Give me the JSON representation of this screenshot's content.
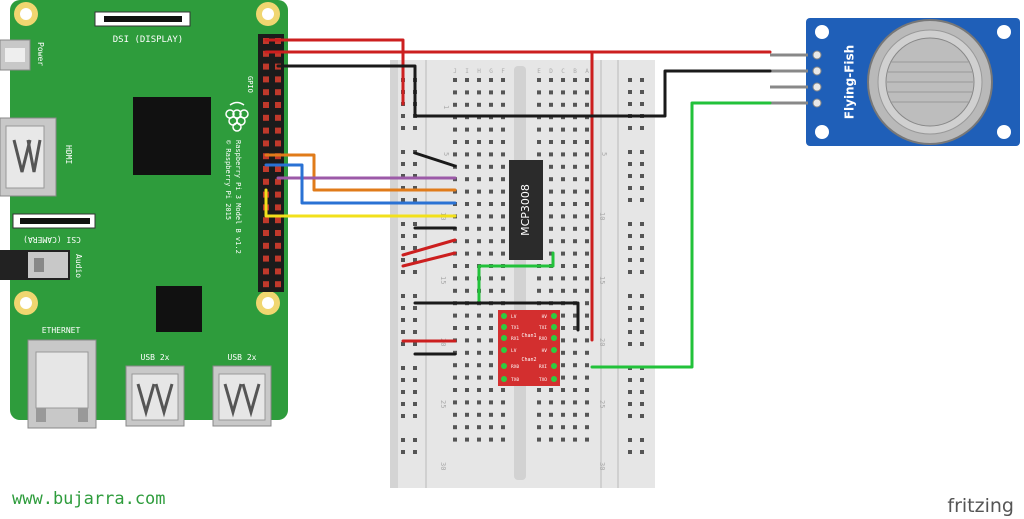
{
  "raspberry_pi": {
    "board_label": "Raspberry Pi 3 Model B v1.2",
    "copyright": "© Raspberry Pi 2015",
    "power_label": "Power",
    "hdmi_label": "HDMI",
    "dsi_label": "DSI (DISPLAY)",
    "csi_label": "CSI (CAMERA)",
    "audio_label": "Audio",
    "ethernet_label": "ETHERNET",
    "usb_label_1": "USB 2x",
    "usb_label_2": "USB 2x",
    "gpio_label": "GPIO",
    "board_color": "#2e9c3c",
    "pin_color": "#c0392b"
  },
  "breadboard": {
    "row_numbers": [
      "1",
      "5",
      "10",
      "15",
      "20",
      "25",
      "30"
    ],
    "column_letters_left": [
      "J",
      "I",
      "H",
      "G",
      "F"
    ],
    "column_letters_right": [
      "E",
      "D",
      "C",
      "B",
      "A"
    ],
    "color": "#e6e6e6"
  },
  "mcp3008": {
    "label": "MCP3008",
    "color": "#2b2b2b"
  },
  "level_shifter": {
    "title_top": "Chan1",
    "title_bottom": "Chan2",
    "left_pins": [
      "LV",
      "TX1",
      "RX1",
      "LV",
      "RX0",
      "TX0"
    ],
    "right_pins": [
      "HV",
      "TXI",
      "RXO",
      "HV",
      "RXI",
      "TXO"
    ],
    "color": "#d32f2f"
  },
  "sensor": {
    "label": "Flying-Fish",
    "color": "#1f5fb8"
  },
  "wire_colors": {
    "red": "#cc1f1f",
    "black": "#1a1a1a",
    "orange": "#e07b1a",
    "purple": "#9c5aa8",
    "blue": "#2a72d4",
    "yellow": "#f2e01b",
    "green": "#22c23a"
  },
  "footer": {
    "website": "www.bujarra.com",
    "fritzing": "fritzing"
  }
}
